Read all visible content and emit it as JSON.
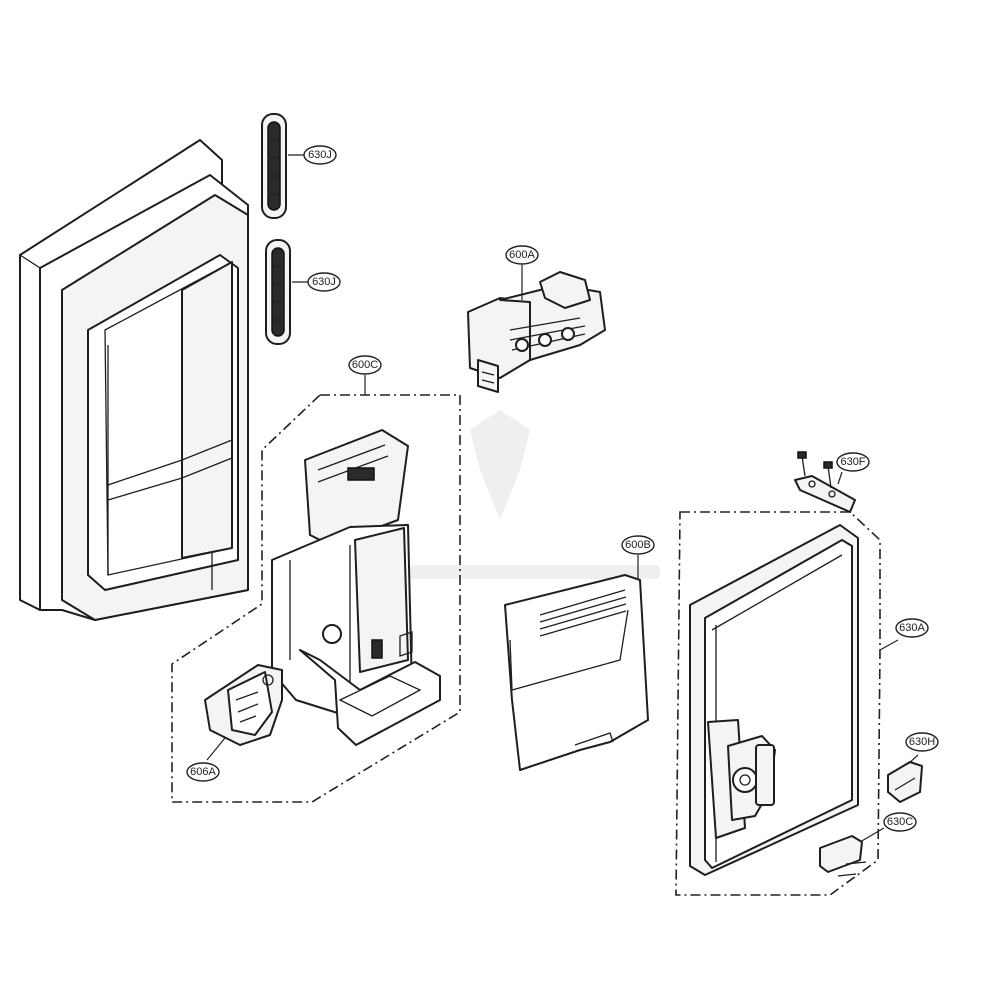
{
  "diagram": {
    "callouts": [
      {
        "id": "630J-top",
        "label": "630J"
      },
      {
        "id": "630J-bottom",
        "label": "630J"
      },
      {
        "id": "600A",
        "label": "600A"
      },
      {
        "id": "600C",
        "label": "600C"
      },
      {
        "id": "606A",
        "label": "606A"
      },
      {
        "id": "600B",
        "label": "600B"
      },
      {
        "id": "630F",
        "label": "630F"
      },
      {
        "id": "630A",
        "label": "630A"
      },
      {
        "id": "630H",
        "label": "630H"
      },
      {
        "id": "630C",
        "label": "630C"
      }
    ]
  },
  "colors": {
    "line": "#1e1e1e",
    "fill": "#f4f4f4",
    "background": "#ffffff"
  }
}
